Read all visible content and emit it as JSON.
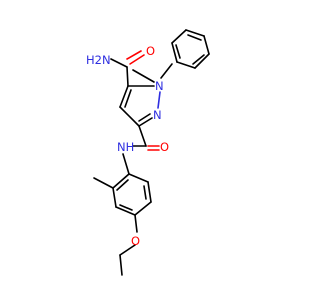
{
  "molecule": {
    "atom_colors": {
      "N": "#2f2fe0",
      "O": "#ff0000",
      "C": "#000000"
    },
    "labels": {
      "nh2": "H2N",
      "carbonyl_o_top": "O",
      "n1": "N",
      "n2": "N",
      "nh_amide": "NH",
      "carbonyl_o_mid": "O",
      "ether_o": "O"
    }
  }
}
